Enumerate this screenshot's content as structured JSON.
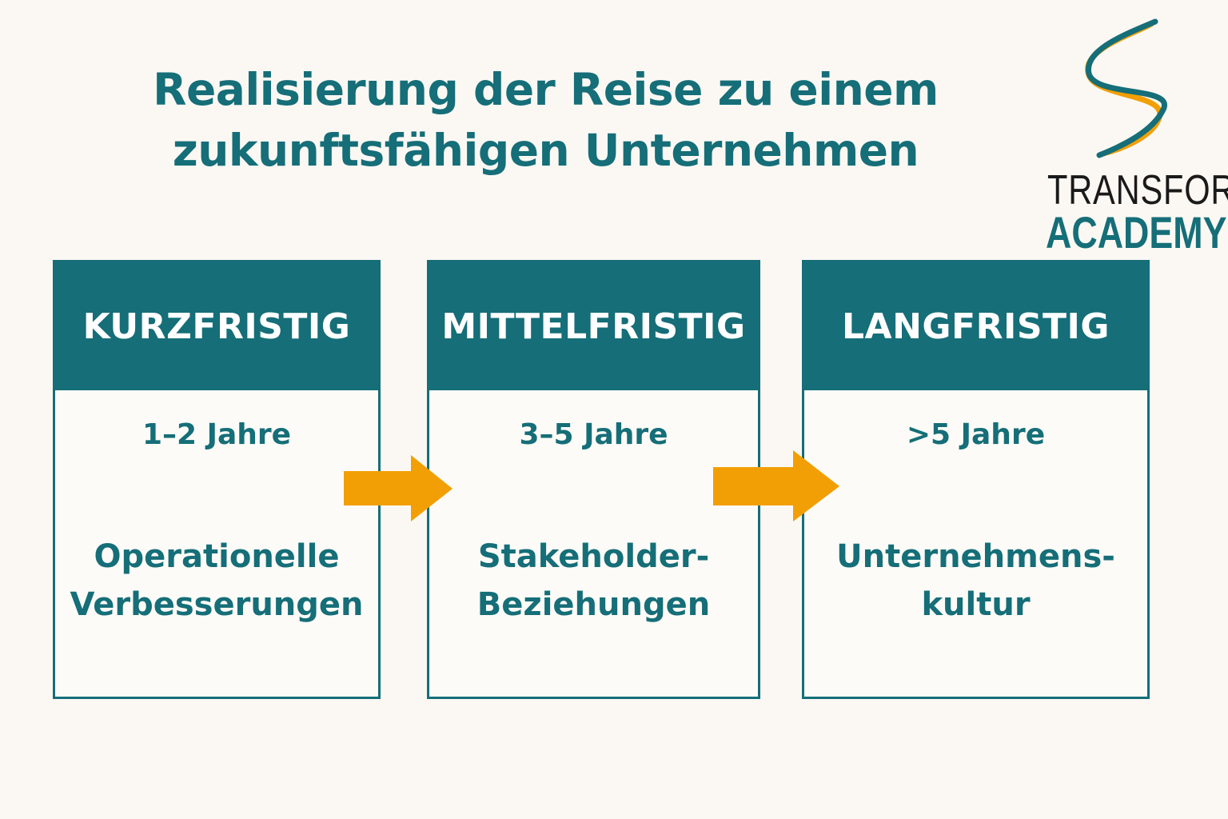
{
  "title": {
    "line1": "Realisierung der Reise zu einem",
    "line2": "zukunftsfähigen Unternehmen"
  },
  "logo": {
    "word1": "TRANSFORM",
    "word2": "ACADEMY"
  },
  "colors": {
    "primary": "#156e78",
    "accent": "#f29f05",
    "background": "#fbf8f3"
  },
  "stages": [
    {
      "heading": "KURZFRISTIG",
      "period": "1–2 Jahre",
      "desc_line1": "Operationelle",
      "desc_line2": "Verbesserungen"
    },
    {
      "heading": "MITTELFRISTIG",
      "period": "3–5 Jahre",
      "desc_line1": "Stakeholder-",
      "desc_line2": "Beziehungen"
    },
    {
      "heading": "LANGFRISTIG",
      "period": ">5 Jahre",
      "desc_line1": "Unternehmens-",
      "desc_line2": "kultur"
    }
  ]
}
